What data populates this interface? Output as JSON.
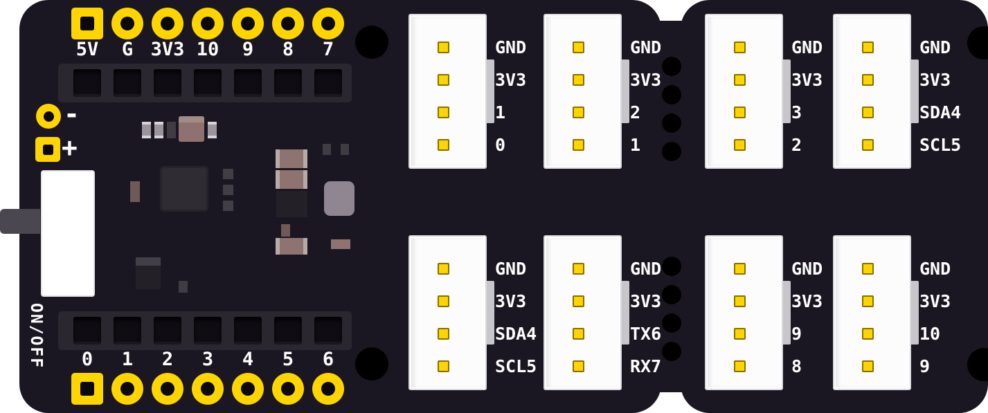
{
  "colors": {
    "board": "#1a1722",
    "pad_yellow": "#ffd500",
    "connector_white": "#fcfcfd",
    "latch_gray": "#c7c6cb",
    "label_text": "#ffffff"
  },
  "left_board": {
    "top_pads": [
      "5V",
      "G",
      "3V3",
      "10",
      "9",
      "8",
      "7"
    ],
    "bottom_pads": [
      "0",
      "1",
      "2",
      "3",
      "4",
      "5",
      "6"
    ],
    "power_minus_label": "-",
    "power_plus_label": "+",
    "switch_label": "ON/OFF"
  },
  "connectors": {
    "left": [
      {
        "pins": [
          "GND",
          "3V3",
          "1",
          "0"
        ]
      },
      {
        "pins": [
          "GND",
          "3V3",
          "2",
          "1"
        ]
      },
      {
        "pins": [
          "GND",
          "3V3",
          "SDA4",
          "SCL5"
        ]
      },
      {
        "pins": [
          "GND",
          "3V3",
          "TX6",
          "RX7"
        ]
      }
    ],
    "right": [
      {
        "pins": [
          "GND",
          "3V3",
          "3",
          "2"
        ]
      },
      {
        "pins": [
          "GND",
          "3V3",
          "SDA4",
          "SCL5"
        ]
      },
      {
        "pins": [
          "GND",
          "3V3",
          "9",
          "8"
        ]
      },
      {
        "pins": [
          "GND",
          "3V3",
          "10",
          "9"
        ]
      }
    ]
  }
}
